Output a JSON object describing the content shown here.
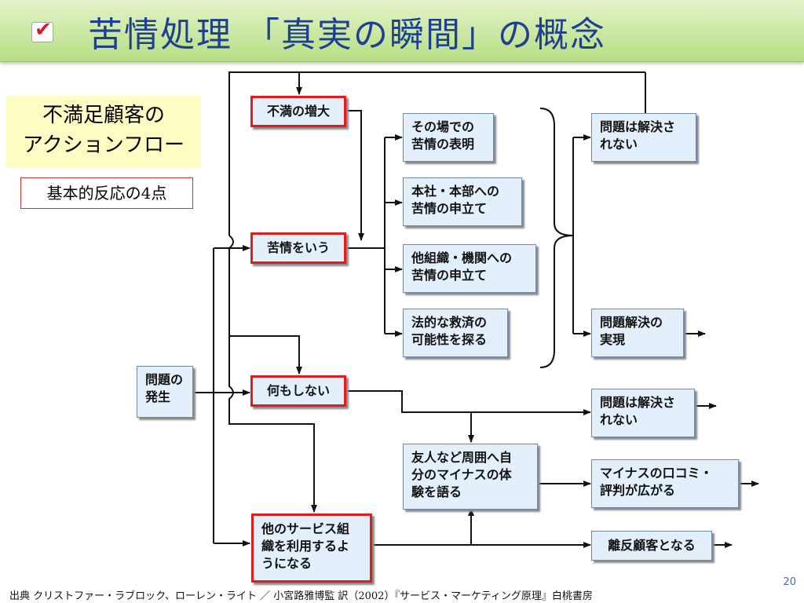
{
  "header": {
    "title": "苦情処理 「真実の瞬間」の概念",
    "checkmark_glyph": "✔"
  },
  "callout": {
    "line1": "不満足顧客の",
    "line2": "アクションフロー"
  },
  "subnote": "基本的反応の4点",
  "boxes": {
    "mondai_hassei": [
      "問題の",
      "発生"
    ],
    "fuman_zodai": "不満の増大",
    "kujo_iu": "苦情をいう",
    "nanimo_shinai": "何もしない",
    "hoka_service": [
      "他のサービス組",
      "織を利用するよ",
      "うになる"
    ],
    "sonoba": [
      "その場での",
      "苦情の表明"
    ],
    "honsha": [
      "本社・本部への",
      "苦情の申立て"
    ],
    "hoka_soshiki": [
      "他組織・機関への",
      "苦情の申立て"
    ],
    "hoteki": [
      "法的な救済の",
      "可能性を探る"
    ],
    "unresolved_top": [
      "問題は解決さ",
      "れない"
    ],
    "resolution": [
      "問題解決の",
      "実現"
    ],
    "unresolved_mid": [
      "問題は解決さ",
      "れない"
    ],
    "yujin": [
      "友人など周囲へ自",
      "分のマイナスの体",
      "験を語る"
    ],
    "kuchikomi": [
      "マイナスの口コミ・",
      "評判が広がる"
    ],
    "rihan": "離反顧客となる"
  },
  "footer": {
    "citation": "出典 クリストファー・ラブロック、ローレン・ライト ／ 小宮路雅博監 訳（2002）『サービス・マーケティング原理』白桃書房",
    "page_number": "20"
  },
  "colors": {
    "header_bg": "#c6e89b",
    "title": "#1f3f8f",
    "box_bg": "#e3f0fc",
    "highlight": "#e21b1b",
    "callout_bg": "#fdfcc2"
  }
}
